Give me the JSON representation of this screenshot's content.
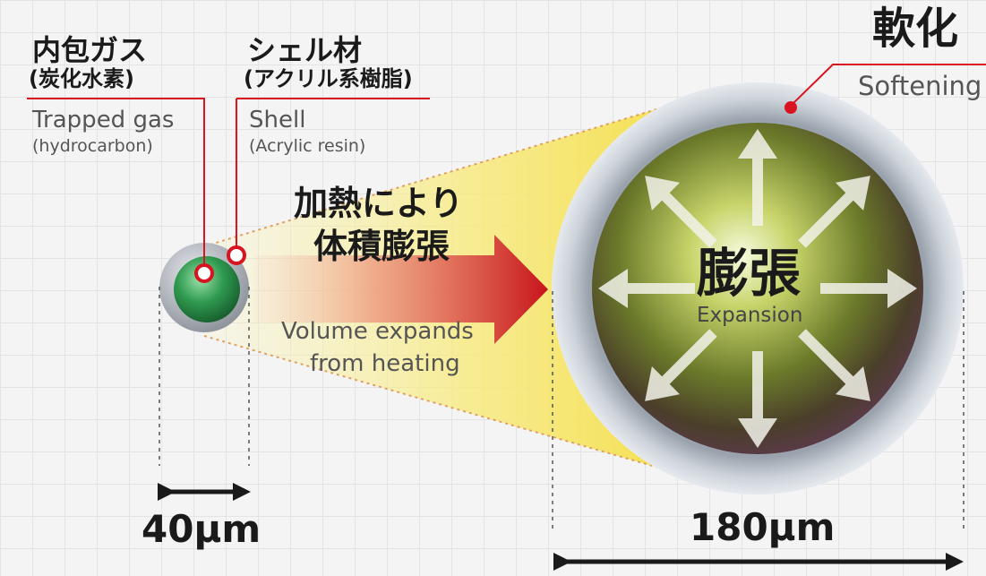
{
  "gas": {
    "title_jp": "内包ガス",
    "sub_jp": "(炭化水素)",
    "title_en": "Trapped gas",
    "sub_en": "(hydrocarbon)"
  },
  "shell": {
    "title_jp": "シェル材",
    "sub_jp": "(アクリル系樹脂)",
    "title_en": "Shell",
    "sub_en": "(Acrylic resin)"
  },
  "process": {
    "line1_jp": "加熱により",
    "line2_jp": "体積膨張",
    "line1_en": "Volume expands",
    "line2_en": "from heating"
  },
  "softening": {
    "title_jp": "軟化",
    "title_en": "Softening"
  },
  "expansion": {
    "title_jp": "膨張",
    "title_en": "Expansion"
  },
  "sizes": {
    "small": "40μm",
    "large": "180μm"
  },
  "colors": {
    "accent_red": "#d7141f",
    "gas_green": "#2e8b4a",
    "cone_yellow": "#f5e56a"
  }
}
